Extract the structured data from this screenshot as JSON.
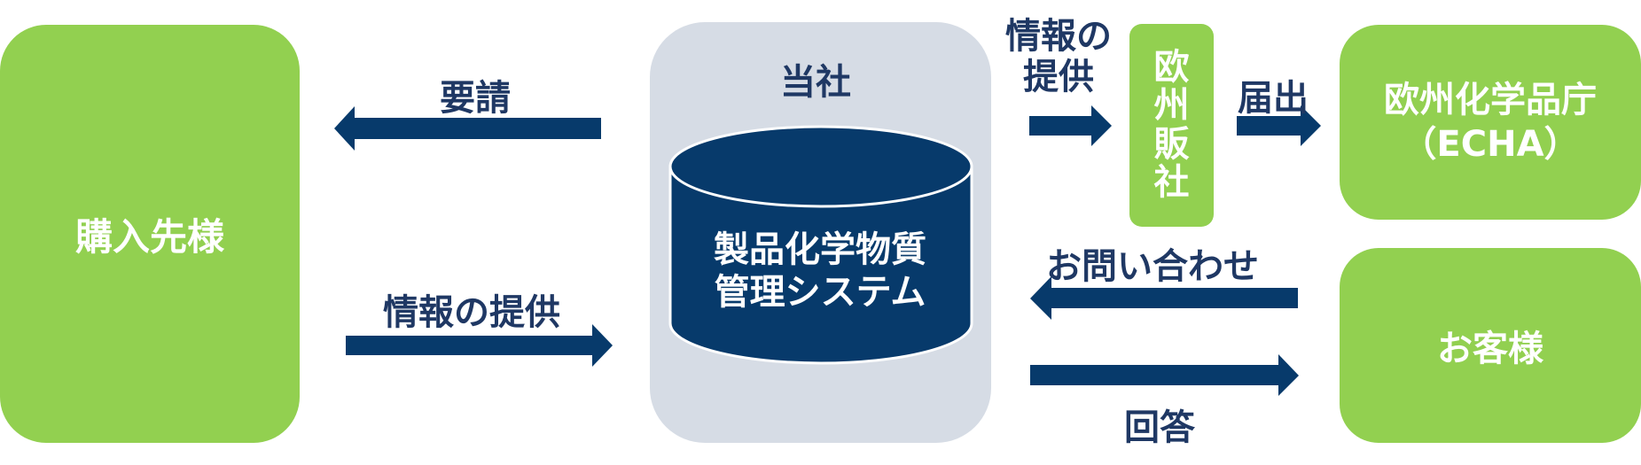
{
  "diagram": {
    "supplier_box": {
      "label": "購入先様"
    },
    "company_panel": {
      "title": "当社"
    },
    "database": {
      "line1": "製品化学物質",
      "line2": "管理システム"
    },
    "request_label": "要請",
    "info_provide_left_label": "情報の提供",
    "info_provide_right_label": {
      "line1": "情報の",
      "line2": "提供"
    },
    "eu_sales_box": {
      "chars": [
        "欧",
        "州",
        "販",
        "社"
      ]
    },
    "notify_label": "届出",
    "echa_box": {
      "line1": "欧州化学品庁",
      "line2": "（ECHA）"
    },
    "inquiry_label": "お問い合わせ",
    "answer_label": "回答",
    "customer_box": {
      "label": "お客様"
    }
  },
  "colors": {
    "green": "#92d050",
    "navy": "#1f3864",
    "panel_gray": "#d6dce5",
    "db_fill": "#073a6b"
  }
}
